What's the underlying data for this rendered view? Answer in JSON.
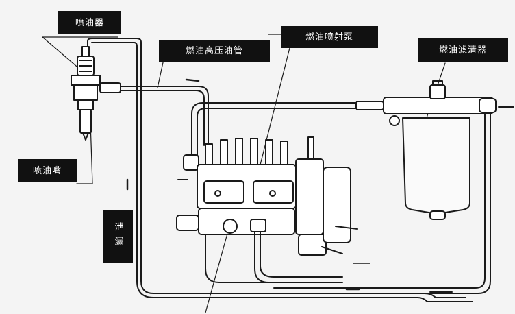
{
  "labels": {
    "injector_assembly": "喷油器",
    "high_pressure_line": "燃油高压油管",
    "injection_pump": "燃油喷射泵",
    "fuel_filter": "燃油滤清器",
    "injector_nozzle": "喷油嘴",
    "leakage": "泄漏"
  },
  "colors": {
    "label_bg": "#111111",
    "label_text": "#ffffff",
    "line": "#1a1a1a",
    "background": "#f4f4f4"
  }
}
